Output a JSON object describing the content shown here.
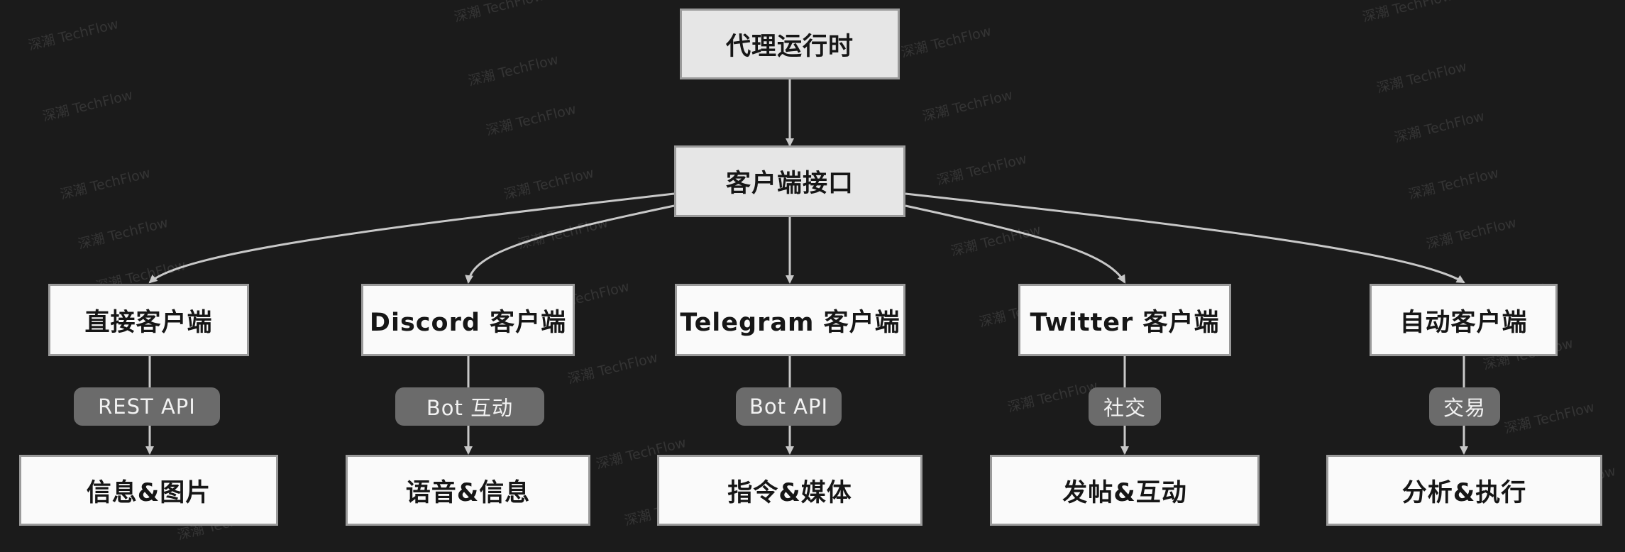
{
  "root": {
    "label": "代理运行时"
  },
  "hub": {
    "label": "客户端接口"
  },
  "clients": [
    {
      "label": "直接客户端",
      "edge": "REST API",
      "leaf": "信息&图片"
    },
    {
      "label": "Discord 客户端",
      "edge": "Bot 互动",
      "leaf": "语音&信息"
    },
    {
      "label": "Telegram 客户端",
      "edge": "Bot API",
      "leaf": "指令&媒体"
    },
    {
      "label": "Twitter 客户端",
      "edge": "社交",
      "leaf": "发帖&互动"
    },
    {
      "label": "自动客户端",
      "edge": "交易",
      "leaf": "分析&执行"
    }
  ],
  "watermark": "深潮 TechFlow",
  "colors": {
    "background": "#1b1b1b",
    "edge": "#c8c8c8",
    "pill": "#6b6b6b"
  }
}
